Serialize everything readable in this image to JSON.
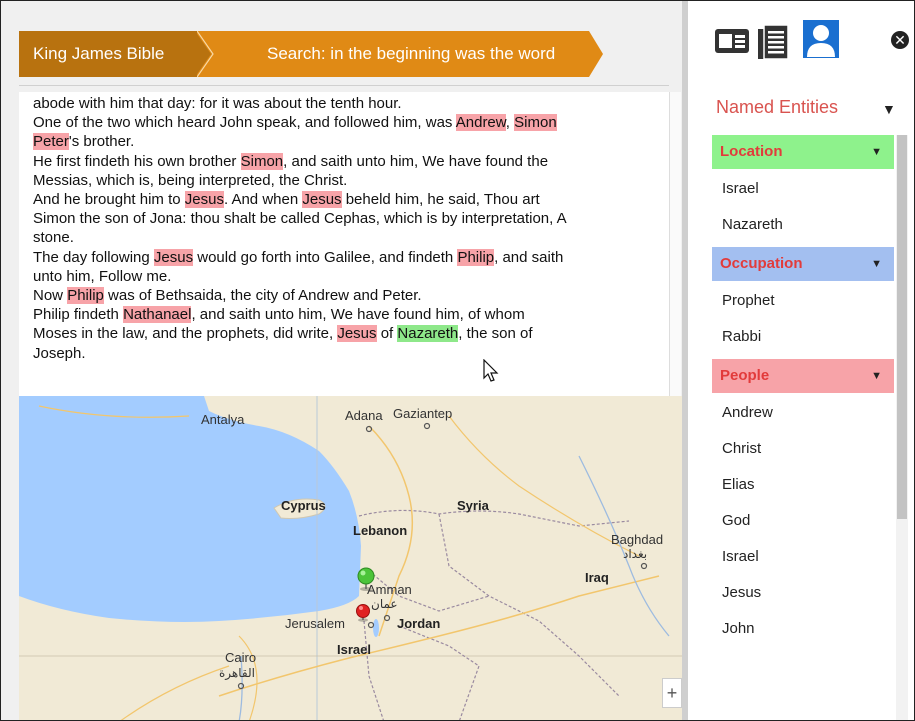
{
  "breadcrumb": {
    "items": [
      "King James Bible",
      "Search: in the beginning was the word"
    ]
  },
  "text_lines": [
    [
      {
        "t": "abode with him that day: for it was about the tenth hour."
      }
    ],
    [
      {
        "t": "One of the two which heard John speak, and followed him, was "
      },
      {
        "t": "Andrew",
        "h": "person"
      },
      {
        "t": ", "
      },
      {
        "t": "Simon",
        "h": "person"
      }
    ],
    [
      {
        "t": "Peter",
        "h": "person"
      },
      {
        "t": "'s brother."
      }
    ],
    [
      {
        "t": "He first findeth his own brother "
      },
      {
        "t": "Simon",
        "h": "person"
      },
      {
        "t": ", and saith unto him, We have found the"
      }
    ],
    [
      {
        "t": "Messias, which is, being interpreted, the Christ."
      }
    ],
    [
      {
        "t": "And he brought him to "
      },
      {
        "t": "Jesus",
        "h": "person"
      },
      {
        "t": ". And when "
      },
      {
        "t": "Jesus",
        "h": "person"
      },
      {
        "t": " beheld him, he said, Thou art"
      }
    ],
    [
      {
        "t": "Simon the son of Jona: thou shalt be called Cephas, which is by interpretation, A"
      }
    ],
    [
      {
        "t": "stone."
      }
    ],
    [
      {
        "t": "The day following "
      },
      {
        "t": "Jesus",
        "h": "person"
      },
      {
        "t": " would go forth into Galilee, and findeth "
      },
      {
        "t": "Philip",
        "h": "person"
      },
      {
        "t": ", and saith"
      }
    ],
    [
      {
        "t": "unto him, Follow me."
      }
    ],
    [
      {
        "t": "Now "
      },
      {
        "t": "Philip",
        "h": "person"
      },
      {
        "t": " was of Bethsaida, the city of Andrew and Peter."
      }
    ],
    [
      {
        "t": "Philip findeth "
      },
      {
        "t": "Nathanael",
        "h": "person"
      },
      {
        "t": ", and saith unto him, We have found him, of whom"
      }
    ],
    [
      {
        "t": "Moses in the law, and the prophets, did write, "
      },
      {
        "t": "Jesus",
        "h": "person"
      },
      {
        "t": " of "
      },
      {
        "t": "Nazareth",
        "h": "location"
      },
      {
        "t": ", the son of"
      }
    ],
    [
      {
        "t": "Joseph."
      }
    ]
  ],
  "map": {
    "labels": [
      {
        "text": "Antalya",
        "kind": "city"
      },
      {
        "text": "Adana",
        "kind": "city"
      },
      {
        "text": "Gaziantep",
        "kind": "city"
      },
      {
        "text": "Cyprus",
        "kind": "country"
      },
      {
        "text": "Syria",
        "kind": "country"
      },
      {
        "text": "Lebanon",
        "kind": "country"
      },
      {
        "text": "Baghdad",
        "kind": "city"
      },
      {
        "text": "بغداد",
        "kind": "city"
      },
      {
        "text": "Iraq",
        "kind": "country"
      },
      {
        "text": "Amman",
        "kind": "city"
      },
      {
        "text": "عمان",
        "kind": "city"
      },
      {
        "text": "Jerusalem",
        "kind": "city"
      },
      {
        "text": "Jordan",
        "kind": "country"
      },
      {
        "text": "Israel",
        "kind": "country"
      },
      {
        "text": "Cairo",
        "kind": "city"
      },
      {
        "text": "القاهرة",
        "kind": "city"
      }
    ],
    "zoom_in": "+"
  },
  "toolbar": {
    "icons": [
      "id-card-icon",
      "documents-icon",
      "person-icon"
    ],
    "close_label": "✕"
  },
  "named_entities": {
    "header": "Named Entities",
    "categories": [
      {
        "name": "Location",
        "color": "#8ef28c",
        "text_color": "#e23b3b",
        "items": [
          "Israel",
          "Nazareth"
        ]
      },
      {
        "name": "Occupation",
        "color": "#a3bff0",
        "text_color": "#e23b3b",
        "items": [
          "Prophet",
          "Rabbi"
        ]
      },
      {
        "name": "People",
        "color": "#f7a3a8",
        "text_color": "#e23b3b",
        "items": [
          "Andrew",
          "Christ",
          "Elias",
          "God",
          "Israel",
          "Jesus",
          "John"
        ]
      }
    ]
  },
  "colors": {
    "crumb_dark": "#b8720f",
    "crumb_light": "#e08a15",
    "person_highlight": "#f7a3a8",
    "location_highlight": "#8ee88a",
    "accent_red": "#d9534f",
    "sea": "#a3ccff",
    "land": "#f1ead6"
  }
}
